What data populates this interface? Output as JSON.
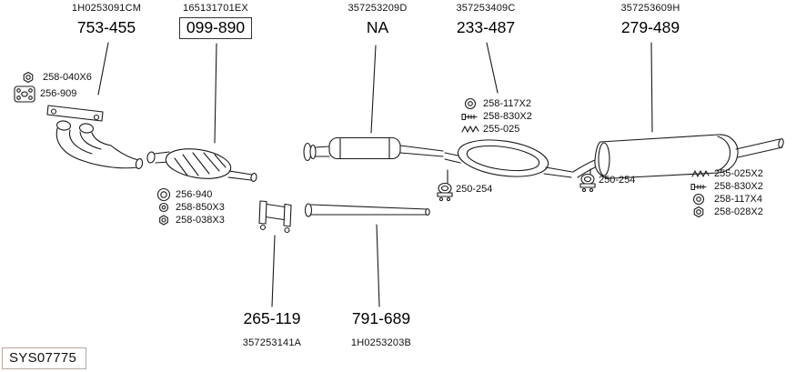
{
  "system_code": "SYS07775",
  "top_parts": [
    {
      "oem_code": "1H0253091CM",
      "part_number": "753-455"
    },
    {
      "oem_code": "165131701EX",
      "part_number": "099-890"
    },
    {
      "oem_code": "357253209D",
      "part_number": "NA"
    },
    {
      "oem_code": "357253409C",
      "part_number": "233-487"
    },
    {
      "oem_code": "357253609H",
      "part_number": "279-489"
    }
  ],
  "bottom_parts": [
    {
      "part_number": "265-119",
      "oem_code": "357253141A"
    },
    {
      "part_number": "791-689",
      "oem_code": "1H0253203B"
    }
  ],
  "hardware_labels": {
    "left": [
      {
        "label": "258-040X6",
        "icon": "nut-icon"
      },
      {
        "label": "256-909",
        "icon": "gasket-icon"
      }
    ],
    "catalyst": [
      {
        "label": "256-940",
        "icon": "ring-gasket-icon"
      },
      {
        "label": "258-850X3",
        "icon": "washer-icon"
      },
      {
        "label": "258-038X3",
        "icon": "nut-icon"
      }
    ],
    "middle": [
      {
        "label": "258-117X2",
        "icon": "washer-icon"
      },
      {
        "label": "258-830X2",
        "icon": "bolt-icon"
      },
      {
        "label": "255-025",
        "icon": "spring-icon"
      }
    ],
    "clamps": [
      {
        "label": "250-254",
        "icon": "clamp-icon"
      },
      {
        "label": "250-254",
        "icon": "clamp-icon"
      }
    ],
    "right": [
      {
        "label": "255-025X2",
        "icon": "spring-icon"
      },
      {
        "label": "258-830X2",
        "icon": "bolt-icon"
      },
      {
        "label": "258-117X4",
        "icon": "washer-icon"
      },
      {
        "label": "258-028X2",
        "icon": "nut-icon"
      }
    ]
  },
  "colors": {
    "line": "#1a1a1a",
    "background": "#ffffff"
  }
}
